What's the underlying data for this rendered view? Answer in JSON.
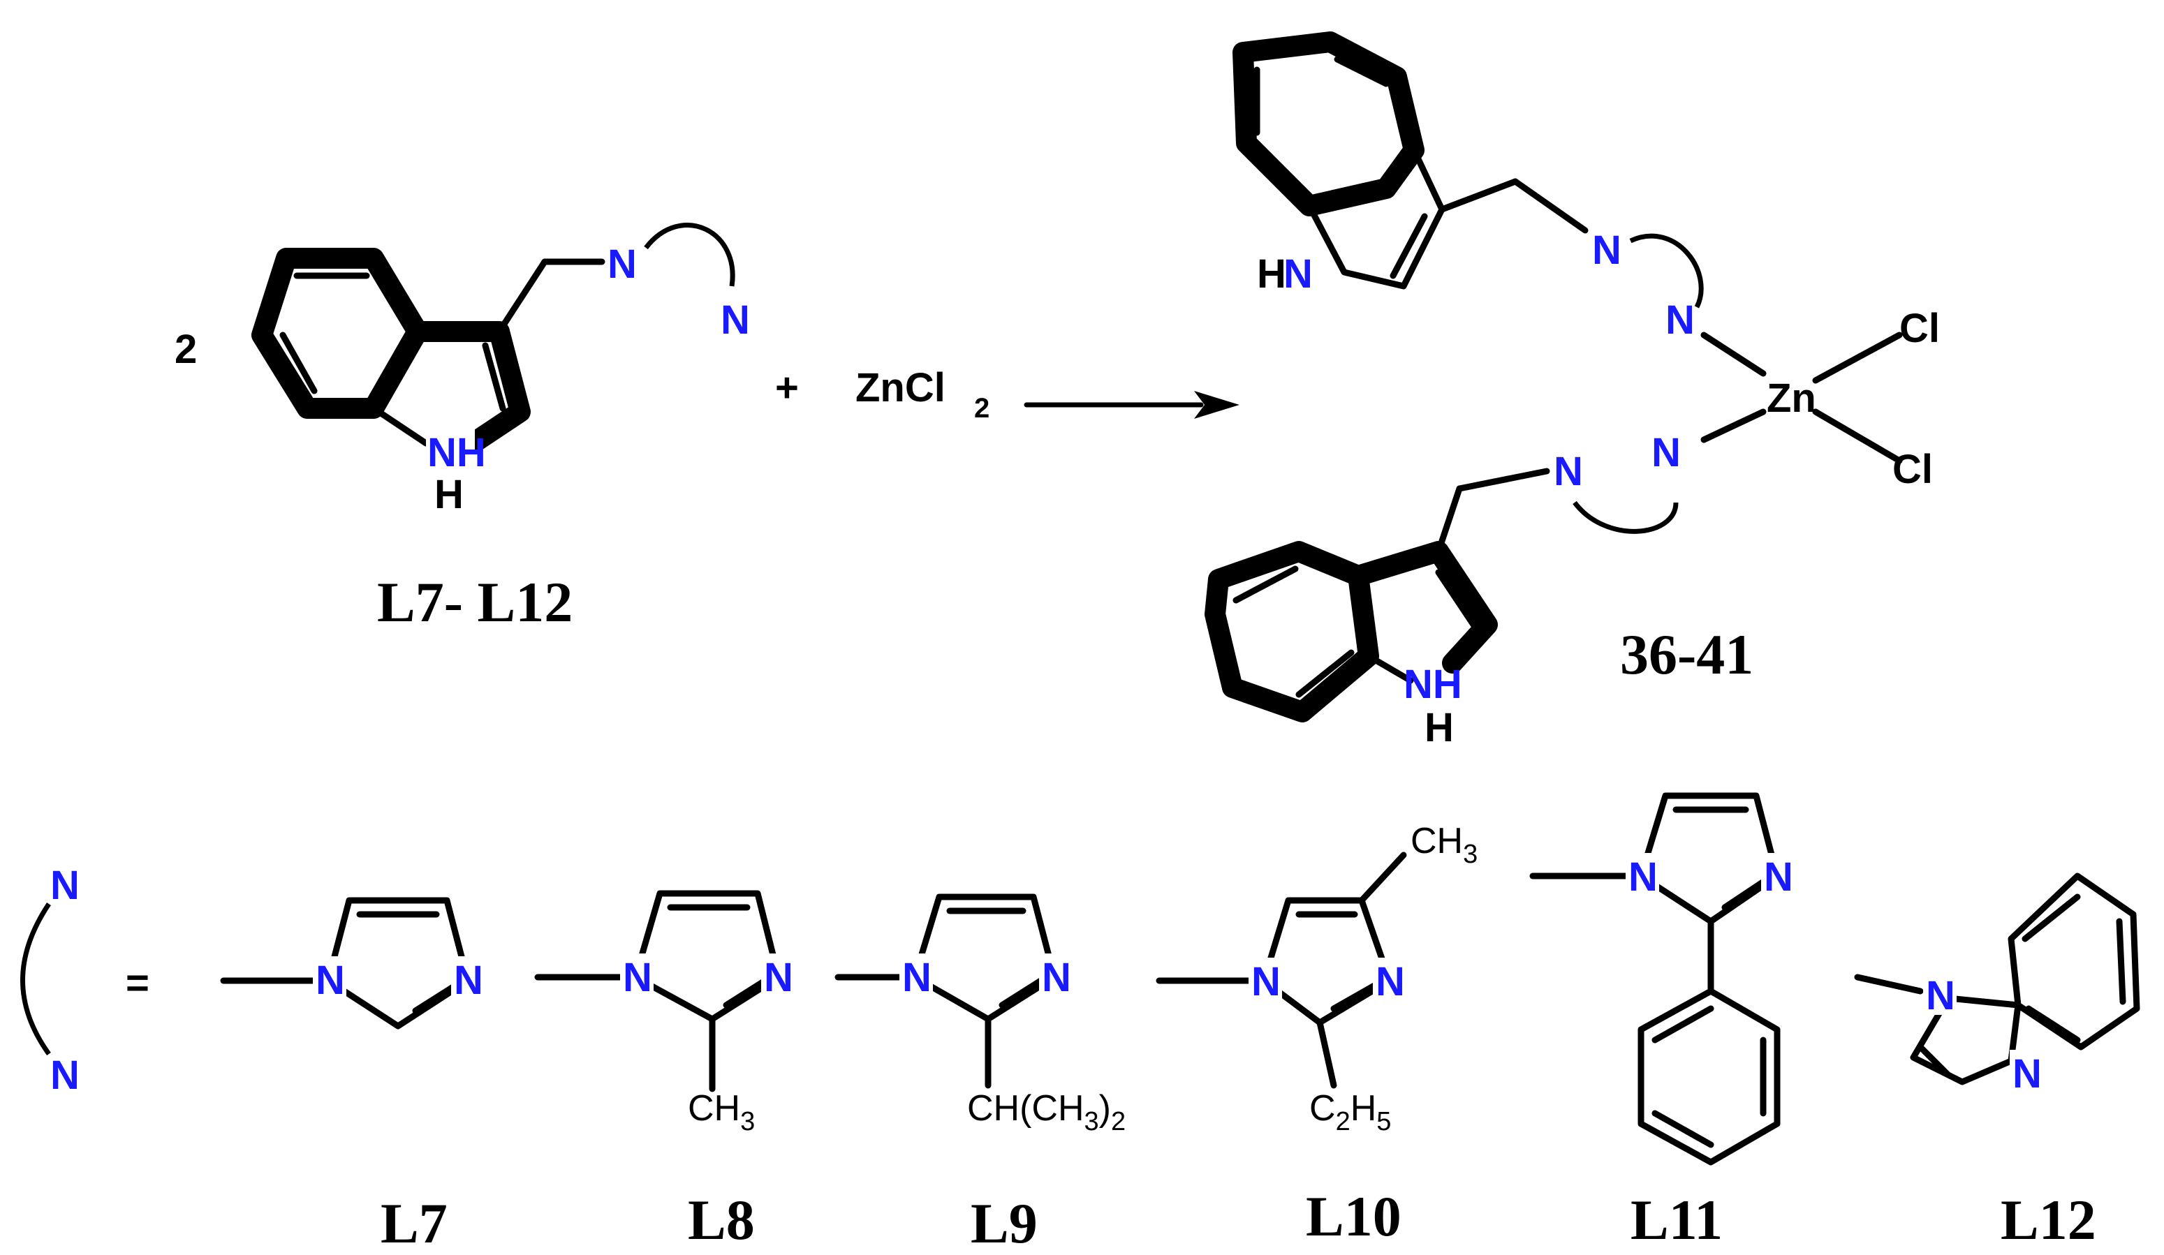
{
  "reaction": {
    "stoich": "2",
    "plus": "+",
    "reagent_main": "ZnCl",
    "reagent_sub": "2",
    "reactant_label": "L7- L12",
    "product_label": "36-41",
    "metal": "Zn",
    "halide": "Cl"
  },
  "atoms": {
    "N": "N",
    "H": "H",
    "HN": "HN",
    "NH": "NH"
  },
  "legend": {
    "equals": "=",
    "ligands": [
      "L7",
      "L8",
      "L9",
      "L10",
      "L11",
      "L12"
    ],
    "substituents": {
      "L8": {
        "main": "CH",
        "sub": "3"
      },
      "L9": {
        "main": "CH(CH",
        "sub": "3",
        "tail": ")",
        "tail_sub": "2"
      },
      "L10_top": {
        "main": "CH",
        "sub": "3"
      },
      "L10_bottom": {
        "main": "C",
        "sub": "2",
        "main2": "H",
        "sub2": "5"
      }
    }
  },
  "colors": {
    "nitrogen": "#1a1aff",
    "bond": "#000000"
  }
}
